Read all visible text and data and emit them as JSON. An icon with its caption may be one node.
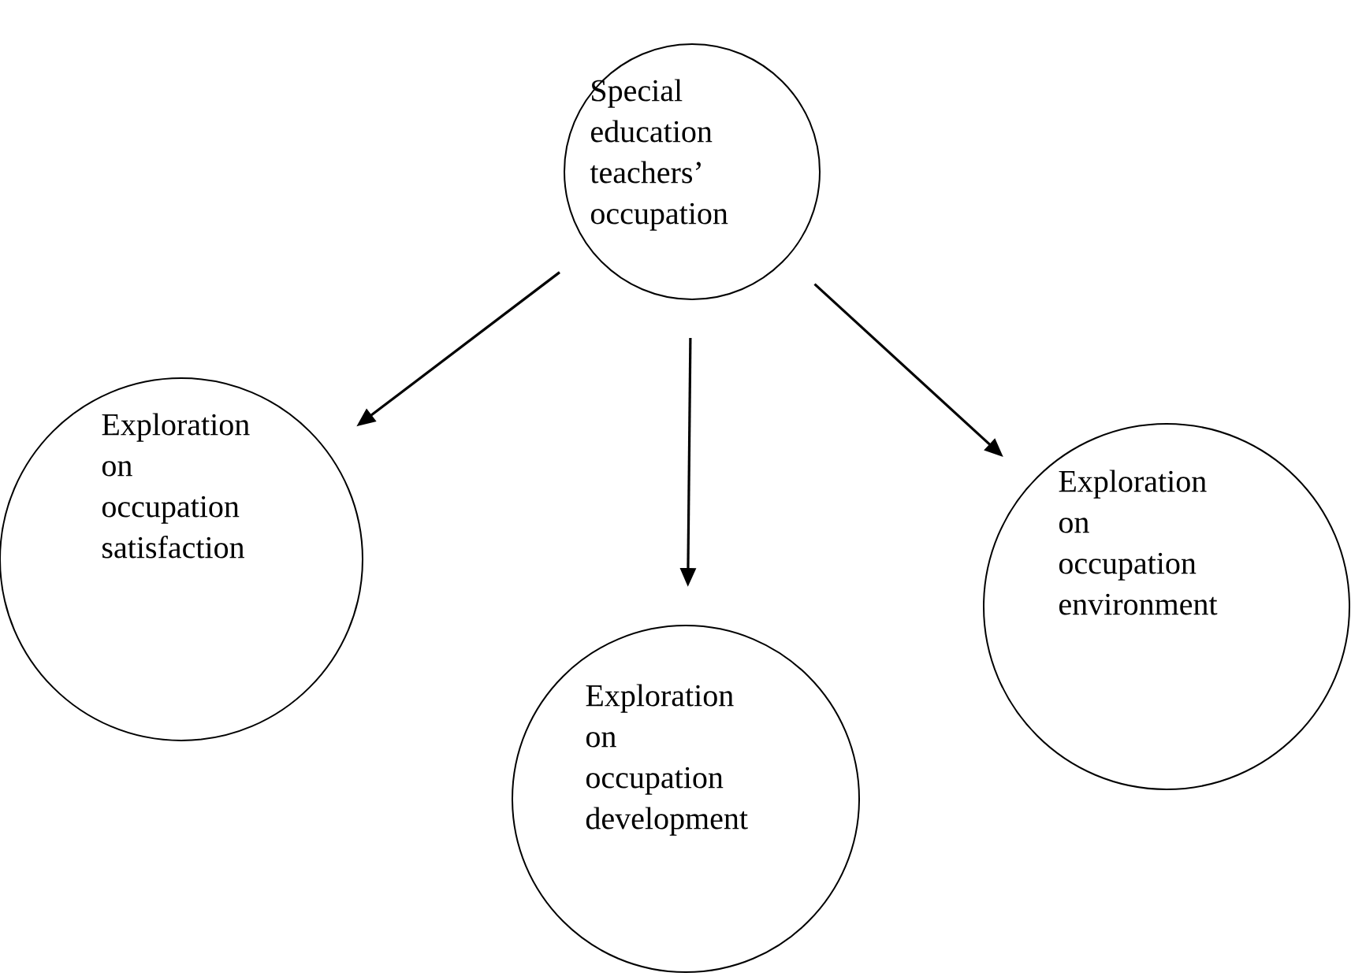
{
  "diagram": {
    "nodes": [
      {
        "text": [
          "Special education teachers’ occupation"
        ]
      },
      {
        "text": [
          "Exploration on occupation satisfaction"
        ]
      },
      {
        "text": [
          "Exploration on occupation development"
        ]
      },
      {
        "text": [
          "Exploration on occupation environment"
        ]
      }
    ],
    "edges": [
      {
        "from": 0,
        "to": 1,
        "arrow": "to"
      },
      {
        "from": 0,
        "to": 2,
        "arrow": "to"
      },
      {
        "from": 0,
        "to": 3,
        "arrow": "to"
      }
    ]
  }
}
